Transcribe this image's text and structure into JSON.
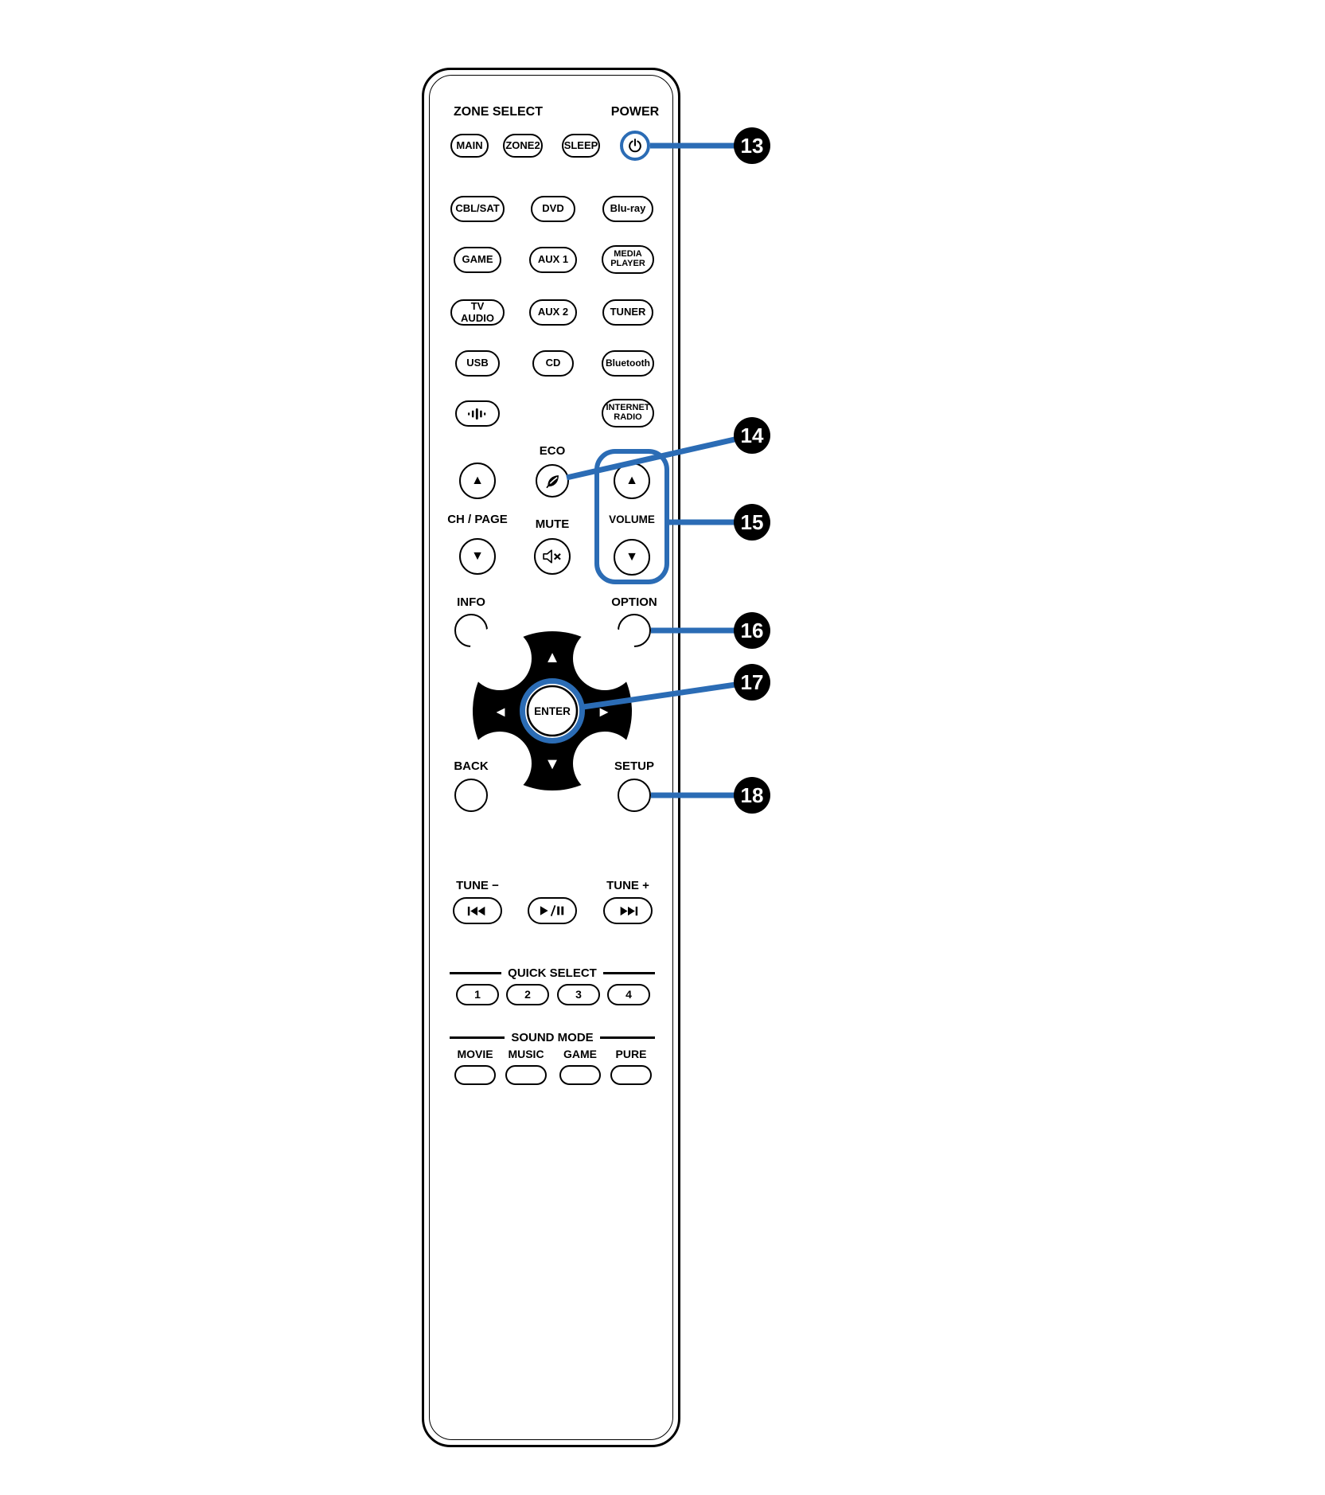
{
  "colors": {
    "accent": "#2b6cb5",
    "ink": "#000000",
    "background": "#ffffff"
  },
  "remote": {
    "header": {
      "zone_select": "ZONE SELECT",
      "power": "POWER"
    },
    "zone_buttons": [
      "MAIN",
      "ZONE2",
      "SLEEP"
    ],
    "sources": [
      [
        "CBL/SAT",
        "DVD",
        "Blu-ray"
      ],
      [
        "GAME",
        "AUX 1",
        "MEDIA PLAYER"
      ],
      [
        "TV AUDIO",
        "AUX 2",
        "TUNER"
      ],
      [
        "USB",
        "CD",
        "Bluetooth"
      ]
    ],
    "internet_radio": "INTERNET RADIO",
    "labels": {
      "ch_page": "CH / PAGE",
      "eco": "ECO",
      "mute": "MUTE",
      "volume": "VOLUME",
      "info": "INFO",
      "option": "OPTION",
      "enter": "ENTER",
      "back": "BACK",
      "setup": "SETUP",
      "tune_minus": "TUNE −",
      "tune_plus": "TUNE +",
      "quick_select": "QUICK SELECT",
      "sound_mode": "SOUND MODE"
    },
    "arrows": {
      "up": "▲",
      "down": "▼",
      "left": "◄",
      "right": "►"
    },
    "quick_select_buttons": [
      "1",
      "2",
      "3",
      "4"
    ],
    "sound_mode_buttons": [
      "MOVIE",
      "MUSIC",
      "GAME",
      "PURE"
    ]
  },
  "icons": {
    "power": "power-icon",
    "eco": "leaf-icon",
    "mute": "speaker-mute-icon",
    "audio_bars": "equalizer-icon",
    "skip_back": "skip-back-icon",
    "play_pause": "play-pause-icon",
    "skip_forward": "skip-forward-icon"
  },
  "callouts": [
    {
      "number": "13",
      "target": "power-button"
    },
    {
      "number": "14",
      "target": "eco-button"
    },
    {
      "number": "15",
      "target": "volume-buttons"
    },
    {
      "number": "16",
      "target": "option-button"
    },
    {
      "number": "17",
      "target": "enter-button"
    },
    {
      "number": "18",
      "target": "setup-button"
    }
  ]
}
